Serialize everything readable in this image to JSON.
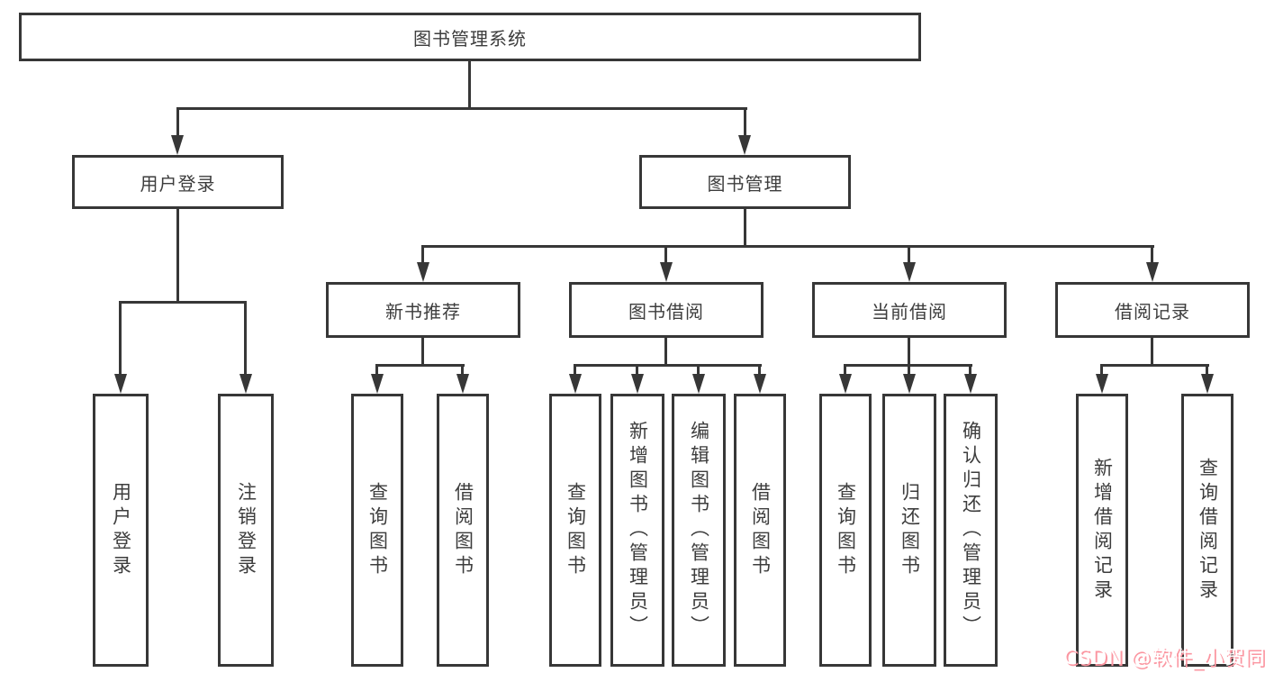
{
  "tree": {
    "label": "图书管理系统",
    "children": [
      {
        "label": "用户登录",
        "children": [
          {
            "label": "用户登录"
          },
          {
            "label": "注销登录"
          }
        ]
      },
      {
        "label": "图书管理",
        "children": [
          {
            "label": "新书推荐",
            "children": [
              {
                "label": "查询图书"
              },
              {
                "label": "借阅图书"
              }
            ]
          },
          {
            "label": "图书借阅",
            "children": [
              {
                "label": "查询图书"
              },
              {
                "label": "新增图书（管理员）"
              },
              {
                "label": "编辑图书（管理员）"
              },
              {
                "label": "借阅图书"
              }
            ]
          },
          {
            "label": "当前借阅",
            "children": [
              {
                "label": "查询图书"
              },
              {
                "label": "归还图书"
              },
              {
                "label": "确认归还（管理员）"
              }
            ]
          },
          {
            "label": "借阅记录",
            "children": [
              {
                "label": "新增借阅记录"
              },
              {
                "label": "查询借阅记录"
              }
            ]
          }
        ]
      }
    ]
  },
  "watermark": {
    "text": "CSDN @软件_小贺同学"
  },
  "colors": {
    "line": "#373737",
    "text": "#3d3d3d",
    "watermark_pink": "#fb96a1"
  }
}
